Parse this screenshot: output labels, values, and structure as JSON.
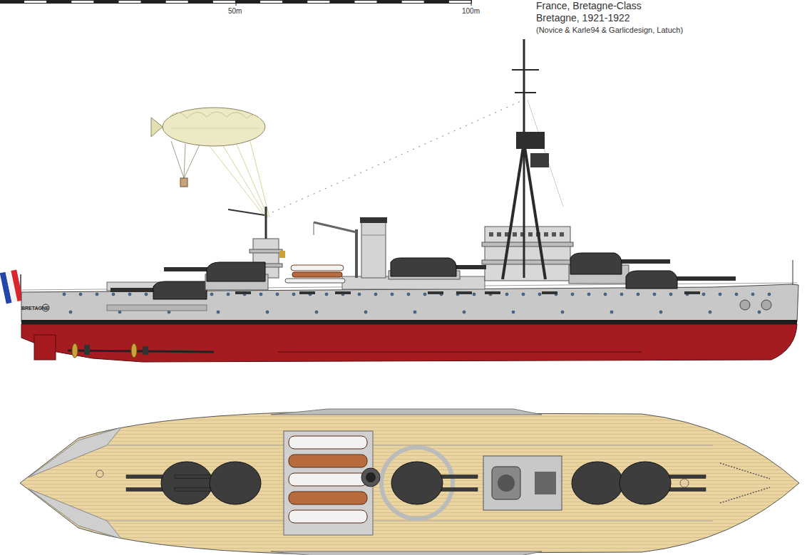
{
  "diagram": {
    "title": "France, Bretagne-Class",
    "labels": [
      "Bretagne, 1921-1922",
      "(Novice & Karle94 & Garlicdesign, Latuch)",
      "50m",
      "100m",
      "BRETAGNE"
    ]
  }
}
